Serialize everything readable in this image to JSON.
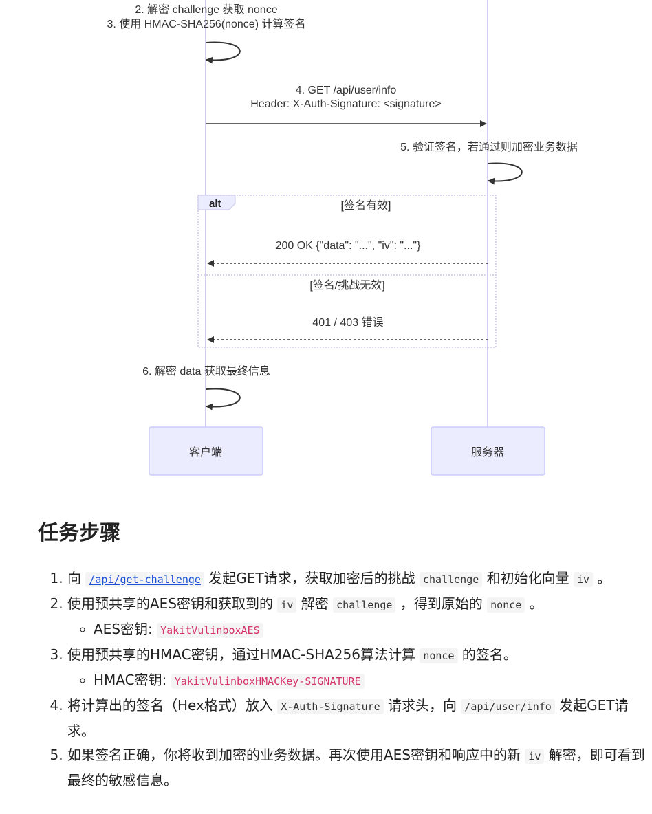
{
  "diagram": {
    "participants": [
      "客户端",
      "服务器"
    ],
    "messages": {
      "m2": "2. 解密 challenge 获取 nonce",
      "m3": "3. 使用 HMAC-SHA256(nonce) 计算签名",
      "m4a": "4. GET /api/user/info",
      "m4b": "Header: X-Auth-Signature: <signature>",
      "m5": "5. 验证签名，若通过则加密业务数据",
      "alt_label": "alt",
      "cond1": "[签名有效]",
      "r200": "200 OK {\"data\": \"...\", \"iv\": \"...\"}",
      "cond2": "[签名/挑战无效]",
      "r401": "401 / 403 错误",
      "m6": "6. 解密 data 获取最终信息"
    },
    "colors": {
      "lifeline": "#d0cdf0",
      "box_fill": "#ececff",
      "box_stroke": "#ccccff",
      "arrow": "#333333"
    }
  },
  "section": {
    "title": "任务步骤",
    "steps": [
      {
        "t1": "向 ",
        "link": "/api/get-challenge",
        "t2": " 发起GET请求，获取加密后的挑战 ",
        "c1": "challenge",
        "t3": " 和初始化向量 ",
        "c2": "iv",
        "t4": " 。"
      },
      {
        "t1": "使用预共享的AES密钥和获取到的 ",
        "c1": "iv",
        "t2": " 解密 ",
        "c2": "challenge",
        "t3": " ，得到原始的 ",
        "c3": "nonce",
        "t4": " 。",
        "sub_label": "AES密钥: ",
        "sub_value": "YakitVulinboxAES"
      },
      {
        "t1": "使用预共享的HMAC密钥，通过HMAC-SHA256算法计算 ",
        "c1": "nonce",
        "t2": " 的签名。",
        "sub_label": "HMAC密钥: ",
        "sub_value": "YakitVulinboxHMACKey-SIGNATURE"
      },
      {
        "t1": "将计算出的签名（Hex格式）放入 ",
        "c1": "X-Auth-Signature",
        "t2": " 请求头，向 ",
        "c2": "/api/user/info",
        "t3": " 发起GET请求。"
      },
      {
        "t1": "如果签名正确，你将收到加密的业务数据。再次使用AES密钥和响应中的新 ",
        "c1": "iv",
        "t2": " 解密，即可看到最终的敏感信息。"
      }
    ]
  }
}
